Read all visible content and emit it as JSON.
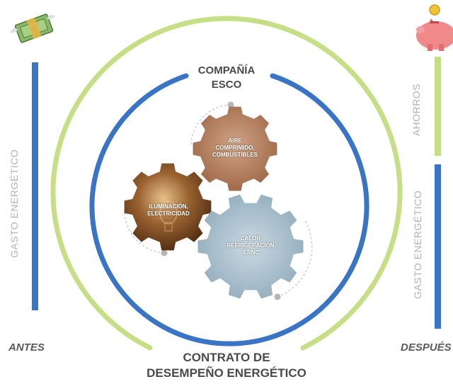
{
  "labels": {
    "company_line1": "COMPAÑÍA",
    "company_line2": "ESCO",
    "contract_line1": "CONTRATO DE",
    "contract_line2": "DESEMPEÑO ENERGÉTICO",
    "before": "ANTES",
    "after": "DESPUÉS",
    "expense_left": "GASTO ENERGÉTICO",
    "savings": "AHORROS",
    "expense_right": "GASTO ENERGÉTICO"
  },
  "gears": {
    "air_line1": "AIRE",
    "air_line2": "COMPRIMIDO,",
    "air_line3": "COMBUSTIBLES",
    "light_line1": "ILUMINACIÓN,",
    "light_line2": "ELECTRICIDAD",
    "heat_line1": "CALOR,",
    "heat_line2": "REFRIGERACIÓN,",
    "heat_line3": "ERNC"
  },
  "colors": {
    "blue": "#3a74c4",
    "green": "#c6df86",
    "gear_air": "#b07850",
    "gear_light": "#7a4a22",
    "gear_heat": "#9fb9c8"
  },
  "icons": {
    "before": "money-icon",
    "after": "piggy-bank-icon"
  }
}
